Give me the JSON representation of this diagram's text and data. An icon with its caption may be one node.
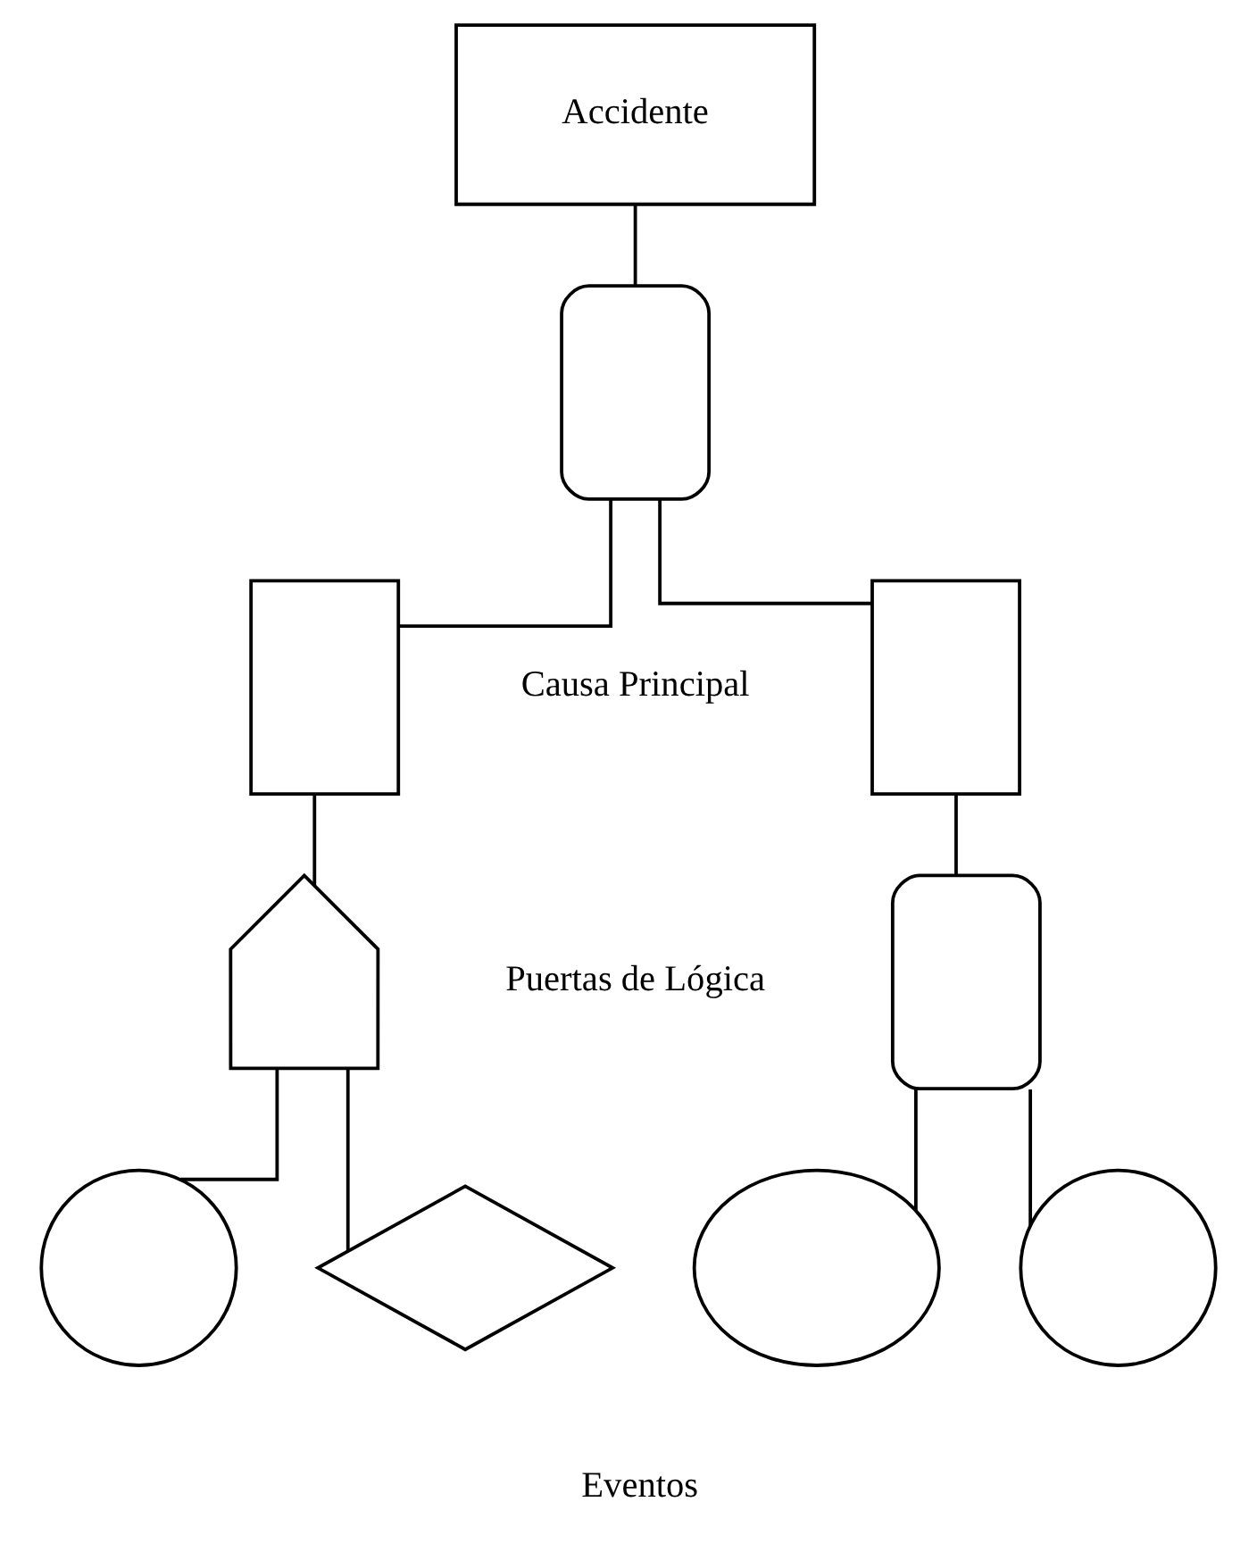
{
  "diagram": {
    "nodes": [
      {
        "text": [
          "Accidente"
        ]
      },
      {
        "text": [],
        "shape": "and-gate"
      },
      {
        "text": [],
        "shape": "box"
      },
      {
        "text": [],
        "shape": "box"
      },
      {
        "text": [],
        "shape": "or-gate"
      },
      {
        "text": [],
        "shape": "and-gate"
      },
      {
        "text": [],
        "shape": "circle"
      },
      {
        "text": [],
        "shape": "diamond"
      },
      {
        "text": [],
        "shape": "ellipse"
      },
      {
        "text": [],
        "shape": "circle"
      }
    ],
    "edges": [
      {
        "from": 0,
        "to": 1,
        "arrow": "none"
      },
      {
        "from": 1,
        "to": 2,
        "arrow": "none"
      },
      {
        "from": 1,
        "to": 3,
        "arrow": "none"
      },
      {
        "from": 2,
        "to": 4,
        "arrow": "none"
      },
      {
        "from": 3,
        "to": 5,
        "arrow": "none"
      },
      {
        "from": 4,
        "to": 6,
        "arrow": "none"
      },
      {
        "from": 4,
        "to": 7,
        "arrow": "none"
      },
      {
        "from": 5,
        "to": 8,
        "arrow": "none"
      },
      {
        "from": 5,
        "to": 9,
        "arrow": "none"
      }
    ],
    "labels": [
      "Causa Principal",
      "Puertas de Lógica",
      "Eventos"
    ]
  }
}
